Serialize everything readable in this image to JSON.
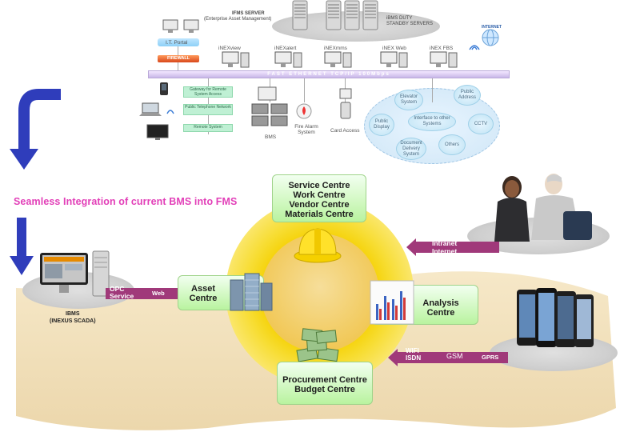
{
  "top": {
    "server_title": "IFMS SERVER",
    "server_subtitle": "(Enterprise Asset Management)",
    "standby_label": "iBMS DUTY\nSTANDBY SERVERS",
    "it_portal": "I.T. Portal",
    "firewall": "FIREWALL",
    "internet": "INTERNET",
    "network_bar": "FAST ETHERNET TCP/IP 100Mbps",
    "modules": [
      "iNEXview",
      "iNEXalert",
      "iNEXmms",
      "iNEX Web",
      "iNEX FBS"
    ],
    "gateways": [
      "Gateway for Remote System Access",
      "Public Telephone Network",
      "Remote System"
    ],
    "subsystems": [
      "BMS",
      "Fire Alarm System",
      "Card Access"
    ],
    "interface_center": "Interface to other Systems",
    "interface_nodes": [
      "Elevator System",
      "Public Address",
      "CCTV",
      "Others",
      "Document Delivery System",
      "Public Display"
    ]
  },
  "headline": "Seamless Integration of current BMS into FMS",
  "ibms": {
    "label": "IBMS",
    "sublabel": "(INEXUS SCADA)"
  },
  "links": {
    "opc_service": "OPC\nService",
    "web": "Web",
    "intranet_internet": "Intranet\nInternet",
    "wifi_isdn": "WIFI\nISDN",
    "gsm": "GSM",
    "gprs": "GPRS"
  },
  "centres": {
    "service": "Service Centre\nWork Centre\nVendor Centre\nMaterials Centre",
    "asset": "Asset\nCentre",
    "analysis": "Analysis\nCentre",
    "procurement": "Procurement Centre\nBudget Centre"
  },
  "colors": {
    "headline": "#e23fb8",
    "arrow_blue": "#2f3dbb",
    "ring_yellow": "#f5d000",
    "link_purple": "#a0397a",
    "box_green": "#b9f39f"
  }
}
